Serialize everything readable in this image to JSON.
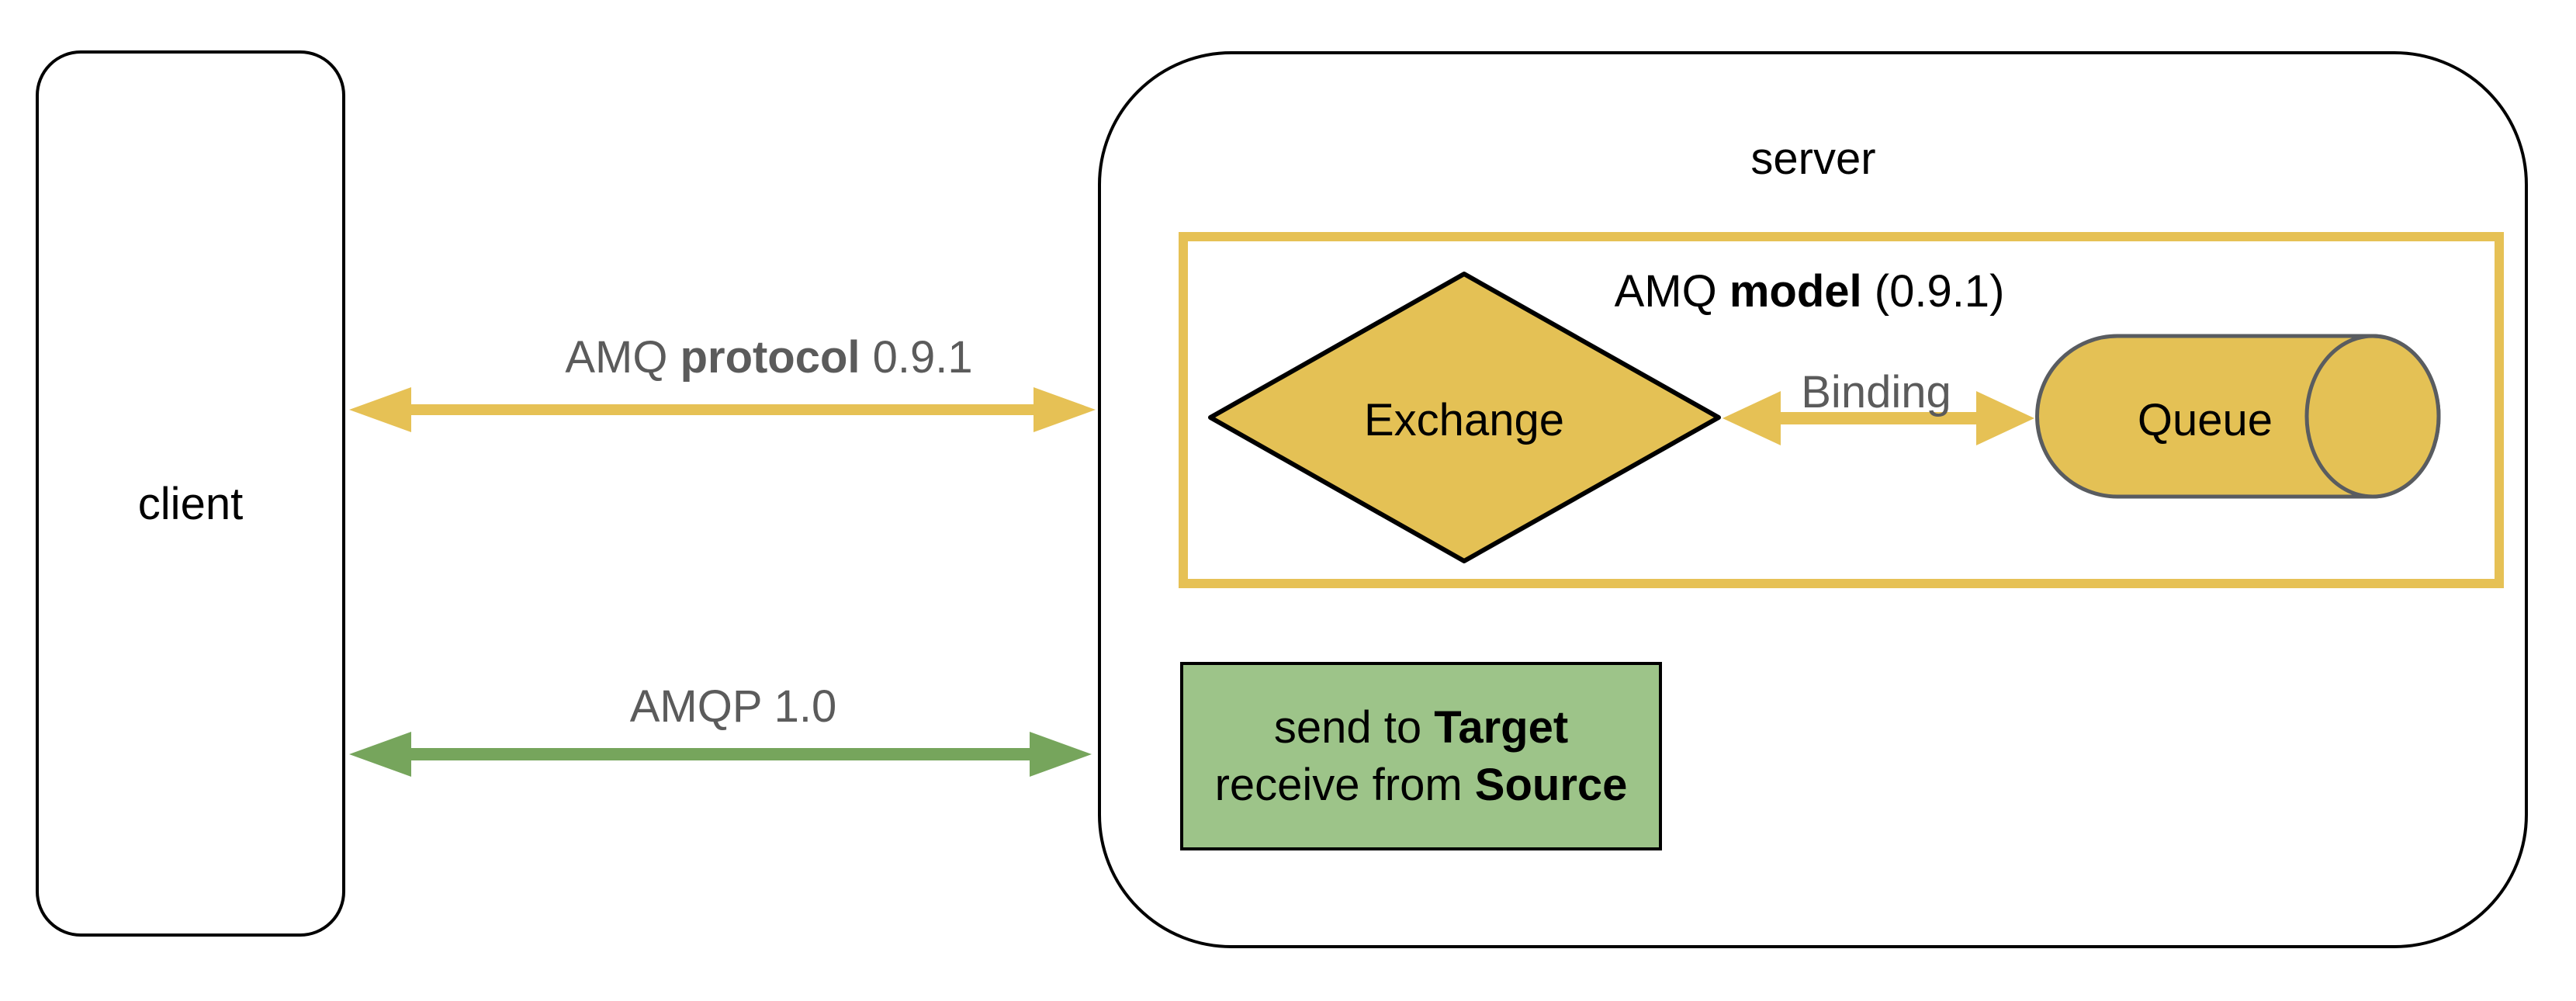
{
  "colors": {
    "yellow_accent": "#e6c155",
    "gold_fill": "#e4c155",
    "green_arrow": "#76a55c",
    "green_box_fill": "#9dc489",
    "gray_label": "#5b5b5b",
    "cylinder_stroke": "#595c60",
    "outline": "#000000"
  },
  "client": {
    "label": "client"
  },
  "server": {
    "label": "server"
  },
  "protocol_arrow_091": {
    "prefix": "AMQ ",
    "bold": "protocol",
    "suffix": " 0.9.1"
  },
  "protocol_arrow_10": {
    "label": "AMQP 1.0"
  },
  "amq_model_box": {
    "prefix": "AMQ ",
    "bold": "model",
    "suffix": " (0.9.1)"
  },
  "exchange": {
    "label": "Exchange"
  },
  "binding": {
    "label": "Binding"
  },
  "queue": {
    "label": "Queue"
  },
  "target_source_box": {
    "line1_prefix": "send to ",
    "line1_bold": "Target",
    "line2_prefix": "receive from ",
    "line2_bold": "Source"
  }
}
